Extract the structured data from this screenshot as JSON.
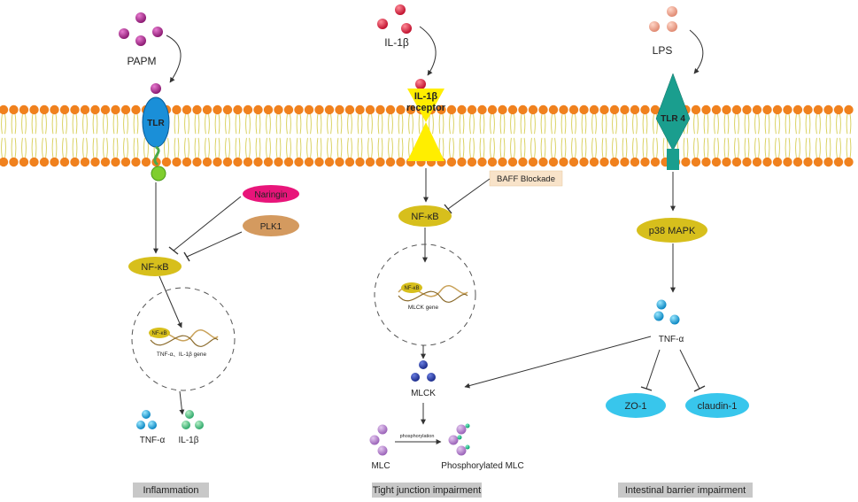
{
  "colors": {
    "lipid_head": "#f0811e",
    "lipid_tail": "#d6cd52",
    "tlr": "#1a8fd8",
    "il1b_receptor": "#ffee00",
    "tlr4": "#1a9e8e",
    "nfkb": "#d7bf1c",
    "naringin": "#e8157a",
    "plk1": "#d49a5f",
    "baff_fill": "#f8e3c9",
    "zo_claudin": "#38c6ec",
    "footer_bg": "#c8c8c8"
  },
  "left": {
    "ligand": "PAPM",
    "receptor": "TLR",
    "inhibitor_1": "Naringin",
    "inhibitor_2": "PLK1",
    "transcription_factor": "NF-κB",
    "gene_nf": "NF-κB",
    "gene_label": "TNF-α、IL-1β gene",
    "product_1": "TNF-α",
    "product_2": "IL-1β",
    "footer": "Inflammation"
  },
  "middle": {
    "ligand": "IL-1β",
    "receptor_line1": "IL-1β",
    "receptor_line2": "receptor",
    "inhibitor": "BAFF Blockade",
    "transcription_factor": "NF-κB",
    "gene_nf": "NF-κB",
    "gene_label": "MLCK gene",
    "kinase": "MLCK",
    "substrate": "MLC",
    "reaction": "phosphorylation",
    "product": "Phosphorylated MLC",
    "footer": "Tight junction impairment"
  },
  "right": {
    "ligand": "LPS",
    "receptor": "TLR 4",
    "kinase": "p38 MAPK",
    "cytokine": "TNF-α",
    "target_1": "ZO-1",
    "target_2": "claudin-1",
    "footer": "Intestinal barrier impairment"
  }
}
